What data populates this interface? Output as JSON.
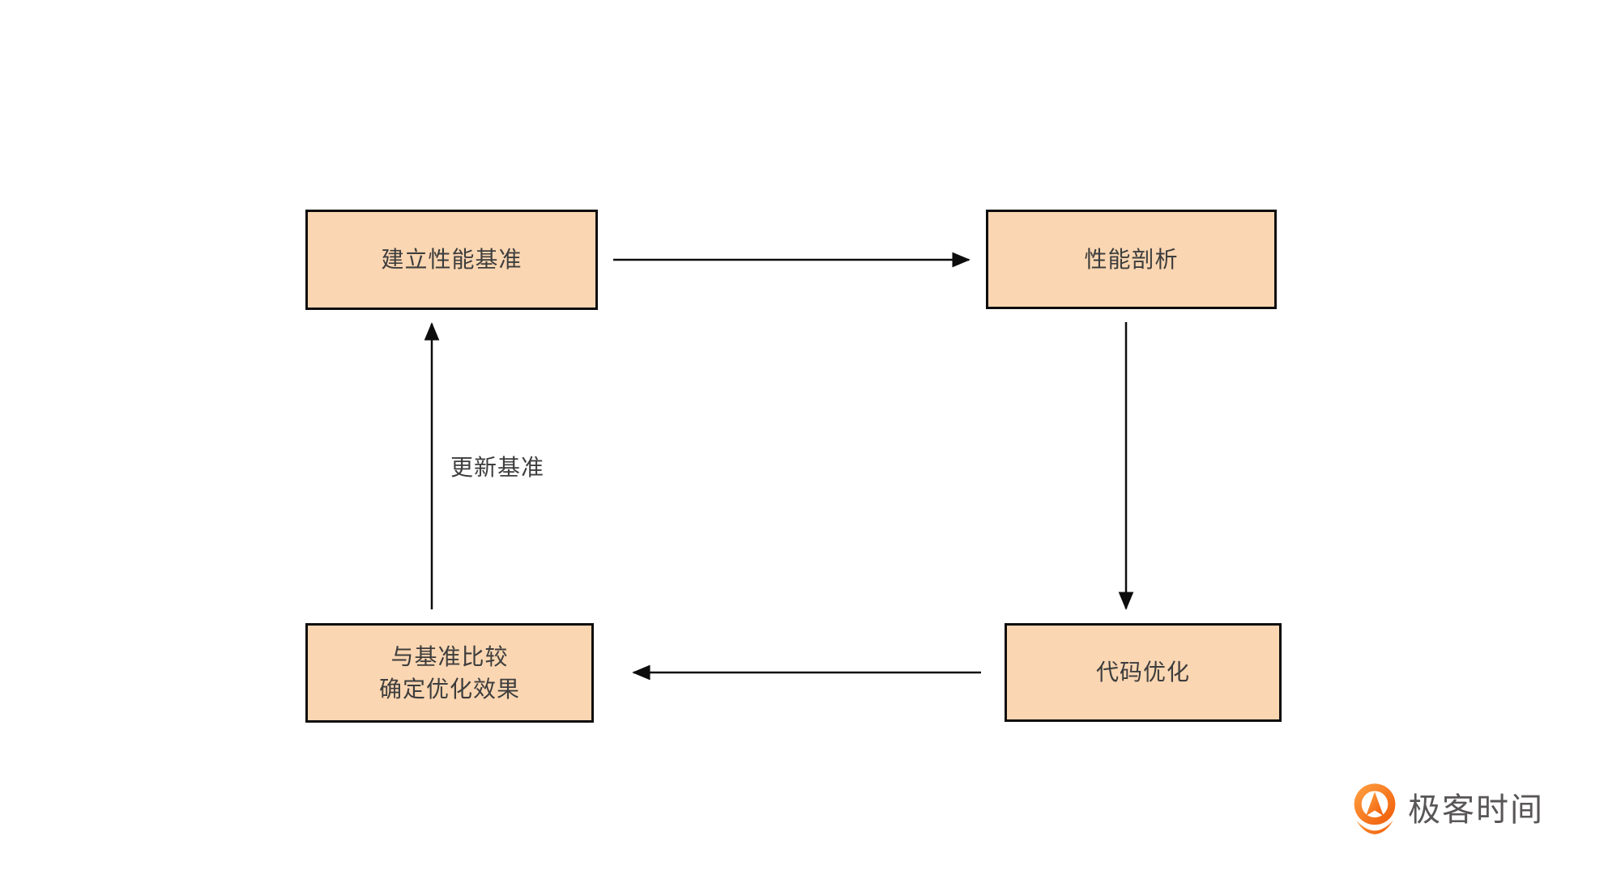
{
  "page": {
    "background_color": "#ffffff"
  },
  "diagram": {
    "type": "flowchart-cycle",
    "colors": {
      "node_fill": "#fad6b2",
      "node_border": "#0d0d0d",
      "node_text": "#3d3d3d",
      "arrow": "#0d0d0d"
    },
    "nodes": [
      {
        "id": "establish-baseline",
        "label": "建立性能基准"
      },
      {
        "id": "performance-profiling",
        "label": "性能剖析"
      },
      {
        "id": "code-optimization",
        "label": "代码优化"
      },
      {
        "id": "compare-with-baseline",
        "label": "与基准比较\n确定优化效果"
      }
    ],
    "edges": [
      {
        "from": "establish-baseline",
        "to": "performance-profiling",
        "label": ""
      },
      {
        "from": "performance-profiling",
        "to": "code-optimization",
        "label": ""
      },
      {
        "from": "code-optimization",
        "to": "compare-with-baseline",
        "label": ""
      },
      {
        "from": "compare-with-baseline",
        "to": "establish-baseline",
        "label": "更新基准"
      }
    ]
  },
  "branding": {
    "logo_text": "极客时间",
    "logo_text_color": "#595657",
    "logo_icon": "geektime-logo-icon",
    "logo_orange": "#f2630c"
  }
}
